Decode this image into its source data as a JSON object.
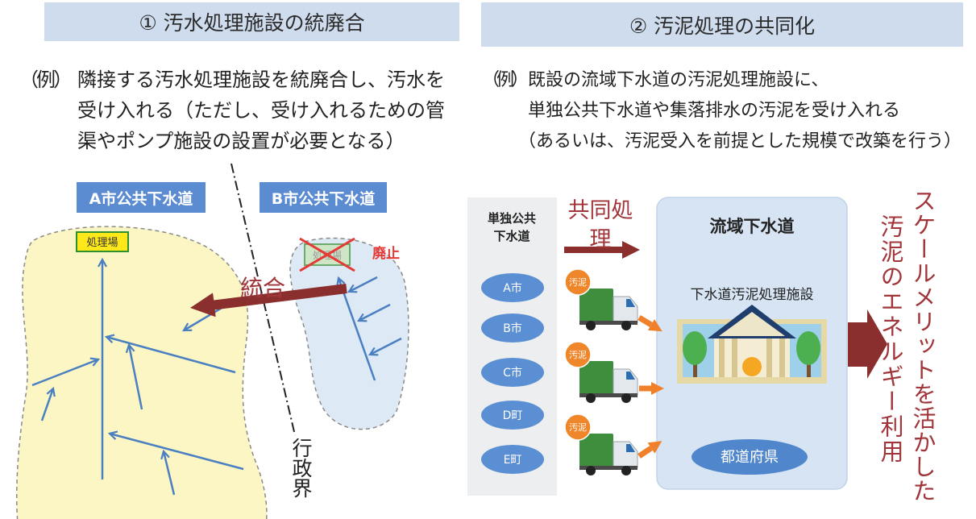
{
  "left": {
    "header": "① 汚水処理施設の統廃合",
    "example_prefix": "（例）",
    "example_lines": [
      "隣接する汚水処理施設を統廃合し、汚水を",
      "受け入れる（ただし、受け入れるための管",
      "渠やポンプ施設の設置が必要となる）"
    ],
    "city_a_label": "A市公共下水道",
    "city_b_label": "B市公共下水道",
    "plant_label": "処理場",
    "abolished_plant_label": "処理場",
    "abolished_label": "廃止",
    "merge_label": "統合",
    "boundary_label": "行政界"
  },
  "right": {
    "header": "② 汚泥処理の共同化",
    "example_prefix": "（例）",
    "example_lines": [
      "既設の流域下水道の汚泥処理施設に、",
      "単独公共下水道や集落排水の汚泥を受け入れる",
      "（あるいは、汚泥受入を前提とした規模で改築を行う）"
    ],
    "standalone_label_lines": [
      "単独公共",
      "下水道"
    ],
    "municipalities": [
      "A市",
      "B市",
      "C市",
      "D町",
      "E町"
    ],
    "joint_treatment_label": "共同処理",
    "truck_labels": [
      "汚泥",
      "汚泥",
      "汚泥"
    ],
    "regional_label": "流域下水道",
    "facility_label": "下水道汚泥処理施設",
    "prefecture_label": "都道府県",
    "outcome_lines": [
      "スケールメリットを活かした",
      "汚泥のエネルギー利用"
    ]
  },
  "colors": {
    "header_bg": "#cfdcee",
    "label_blue": "#5b8bd0",
    "maroon_text": "#a0353a",
    "arrow_dark_red": "#8b2e2e",
    "city_a_area": "#fbf6c4",
    "city_b_area": "#dde9f4",
    "pipe_blue": "#4a7fc1",
    "abolish_red": "#e53935",
    "truck_arrow_orange": "#f0802a",
    "regional_box": "#d6e4f4"
  }
}
